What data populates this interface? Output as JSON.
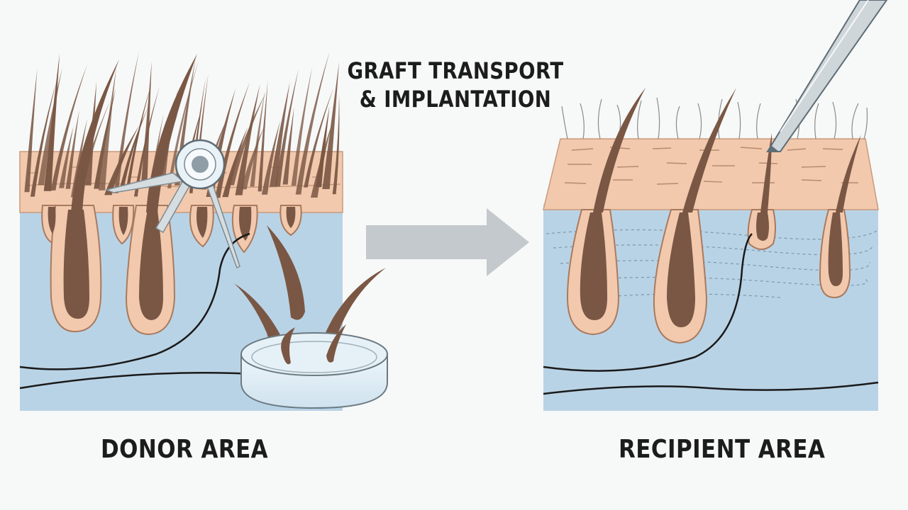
{
  "labels": {
    "transport_line1": "GRAFT TRANSPORT",
    "transport_line2": "& IMPLANTATION",
    "donor": "DONOR AREA",
    "recipient": "RECIPIENT AREA"
  },
  "colors": {
    "background": "#f7f8f8",
    "dermis": "#b9d3e6",
    "skin": "#f2c9ad",
    "skin_outline": "#c99a7c",
    "hair": "#7a5744",
    "arrow": "#c3c9cc",
    "instrument": "#cfd6da"
  },
  "icons": {
    "punch_tool": "punch-tool-icon",
    "petri_dish": "petri-dish-icon",
    "forceps": "forceps-icon",
    "arrow": "right-arrow-icon"
  }
}
